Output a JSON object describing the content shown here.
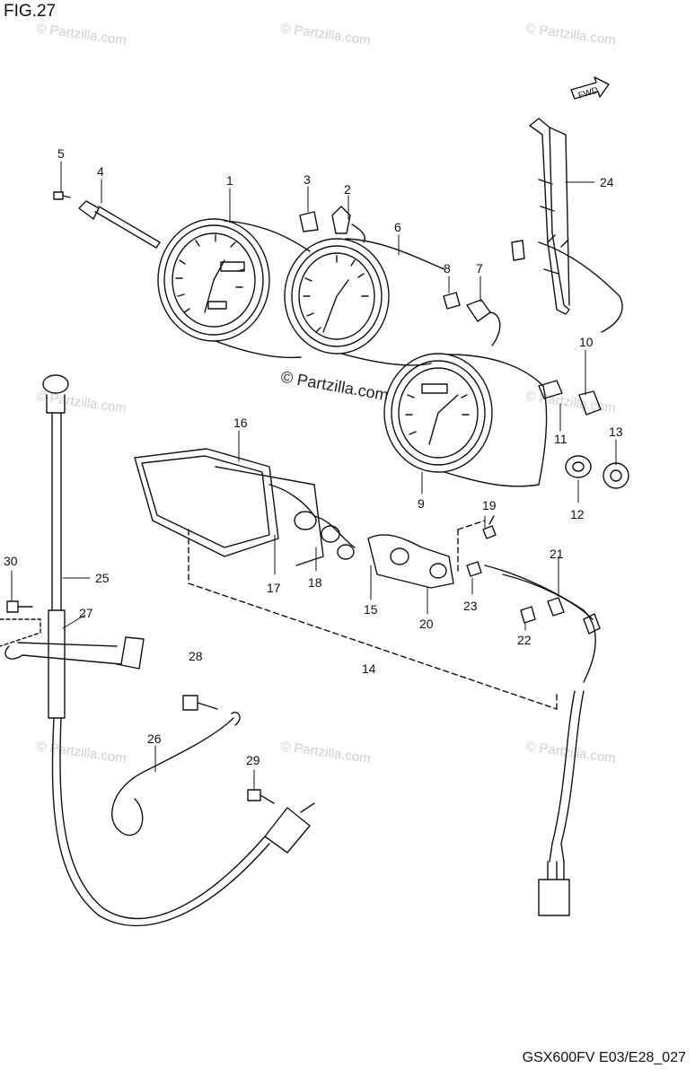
{
  "figure": {
    "title": "FIG.27",
    "code": "GSX600FV E03/E28_027",
    "fwd_label": "FWD"
  },
  "watermarks": {
    "small": "© Partzilla.com",
    "center": "© Partzilla.com"
  },
  "callouts": [
    {
      "id": "c1",
      "text": "1"
    },
    {
      "id": "c2",
      "text": "2"
    },
    {
      "id": "c3",
      "text": "3"
    },
    {
      "id": "c4",
      "text": "4"
    },
    {
      "id": "c5",
      "text": "5"
    },
    {
      "id": "c6",
      "text": "6"
    },
    {
      "id": "c7",
      "text": "7"
    },
    {
      "id": "c8",
      "text": "8"
    },
    {
      "id": "c9",
      "text": "9"
    },
    {
      "id": "c10",
      "text": "10"
    },
    {
      "id": "c11",
      "text": "11"
    },
    {
      "id": "c12",
      "text": "12"
    },
    {
      "id": "c13",
      "text": "13"
    },
    {
      "id": "c14",
      "text": "14"
    },
    {
      "id": "c15",
      "text": "15"
    },
    {
      "id": "c16",
      "text": "16"
    },
    {
      "id": "c17",
      "text": "17"
    },
    {
      "id": "c18",
      "text": "18"
    },
    {
      "id": "c19",
      "text": "19"
    },
    {
      "id": "c20",
      "text": "20"
    },
    {
      "id": "c21",
      "text": "21"
    },
    {
      "id": "c22",
      "text": "22"
    },
    {
      "id": "c23",
      "text": "23"
    },
    {
      "id": "c24",
      "text": "24"
    },
    {
      "id": "c25",
      "text": "25"
    },
    {
      "id": "c26",
      "text": "26"
    },
    {
      "id": "c27",
      "text": "27"
    },
    {
      "id": "c28",
      "text": "28"
    },
    {
      "id": "c29",
      "text": "29"
    },
    {
      "id": "c30",
      "text": "30"
    }
  ]
}
